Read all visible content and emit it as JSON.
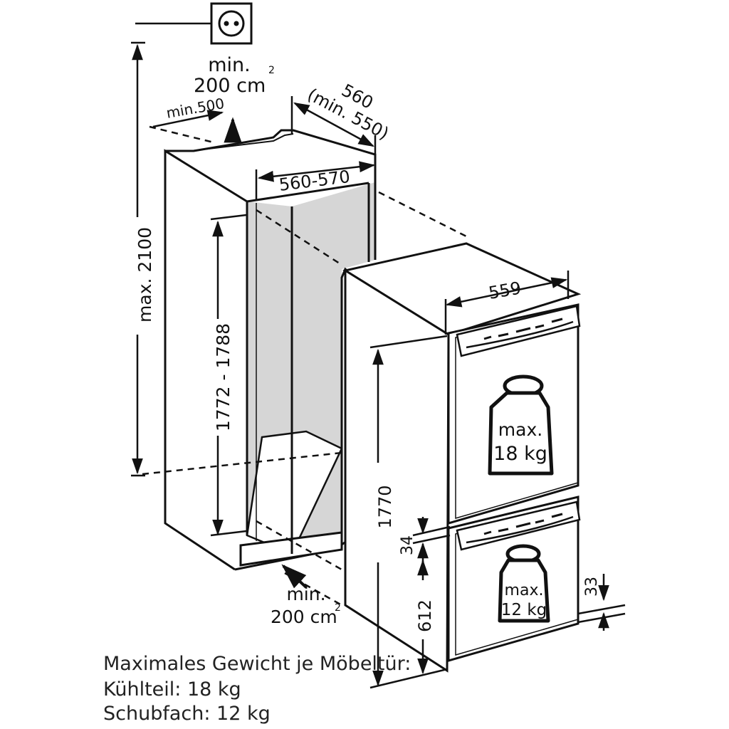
{
  "outlet": {
    "icon": "socket-icon"
  },
  "niche": {
    "max_height_label": "max. 2100",
    "vent_top_min": "min.",
    "vent_top_area": "200 cm",
    "vent_top_sup": "2",
    "top_min_depth": "min.500",
    "depth_label": "560",
    "depth_min_label": "(min. 550)",
    "width_label": "560-570",
    "height_range_label": "1772 - 1788",
    "vent_bottom_min": "min.",
    "vent_bottom_area": "200 cm",
    "vent_bottom_sup": "2"
  },
  "appliance": {
    "width_label": "559",
    "height_label": "1770",
    "gap_label": "34",
    "drawer_height_label": "612",
    "offset_label": "33",
    "fridge_weight_line1": "max.",
    "fridge_weight_line2": "18 kg",
    "drawer_weight_line1": "max.",
    "drawer_weight_line2": "12 kg"
  },
  "notes": {
    "line1": "Maximales Gewicht je Möbeltür:",
    "line2": "Kühlteil: 18 kg",
    "line3": "Schubfach: 12 kg"
  },
  "colors": {
    "ink": "#111111",
    "cavity": "#d6d6d6",
    "paper": "#ffffff"
  }
}
